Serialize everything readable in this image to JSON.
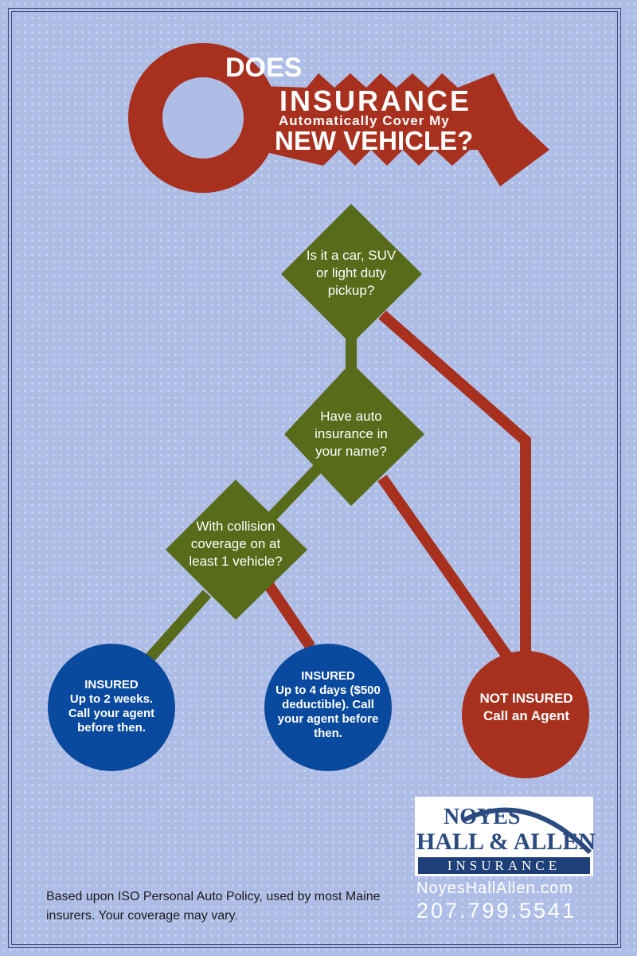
{
  "title": {
    "line1": "DOES",
    "line2": "INSURANCE",
    "line3": "Automatically Cover My",
    "line4": "NEW VEHICLE?"
  },
  "questions": [
    "Is it a car, SUV or light duty pickup?",
    "Have auto insurance in your name?",
    "With collision coverage on at least 1 vehicle?"
  ],
  "outcomes": [
    {
      "status": "INSURED",
      "detail": "Up to 2 weeks. Call your agent before then."
    },
    {
      "status": "INSURED",
      "detail": "Up to 4 days ($500 deductible). Call your agent before then."
    },
    {
      "status": "NOT INSURED",
      "detail": "Call an Agent"
    }
  ],
  "logo": {
    "line1": "NOYES",
    "line2": "HALL & ALLEN",
    "line3": "INSURANCE"
  },
  "contact": {
    "website": "NoyesHallAllen.com",
    "phone": "207.799.5541"
  },
  "footnote": "Based upon ISO Personal Auto Policy, used by most Maine insurers. Your coverage may vary.",
  "colors": {
    "background": "#aebde6",
    "yes_path": "#586b1a",
    "no_path": "#a8301e",
    "insured_circle": "#0a4a9e",
    "not_insured_circle": "#a8301e",
    "key": "#a8301e"
  }
}
